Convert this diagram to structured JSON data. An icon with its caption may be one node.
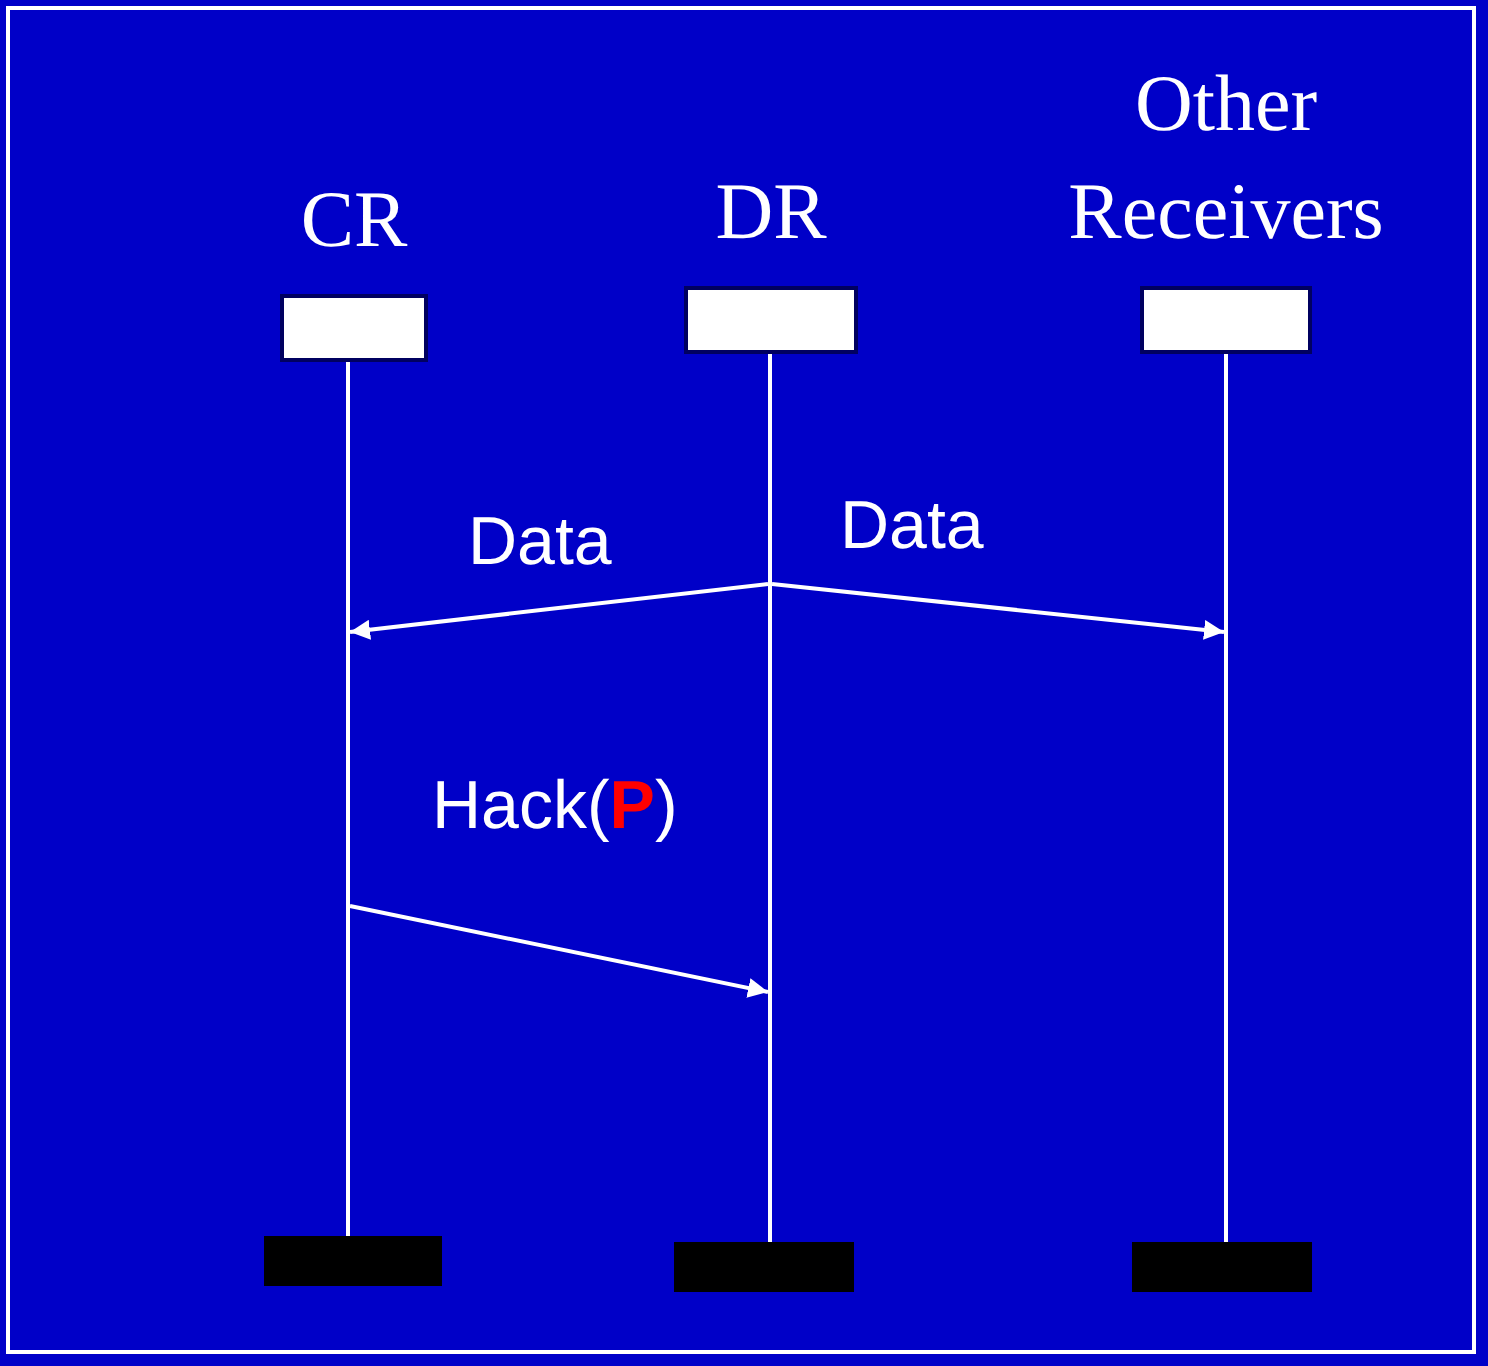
{
  "diagram": {
    "nodes": [
      {
        "text": [
          "CR"
        ]
      },
      {
        "text": [
          "DR"
        ]
      },
      {
        "text": [
          "Other Receivers"
        ]
      },
      {
        "text": [],
        "shape": "line"
      },
      {
        "text": [],
        "shape": "line"
      },
      {
        "text": [],
        "shape": "line"
      },
      {
        "text": [],
        "shape": "bar"
      },
      {
        "text": [],
        "shape": "bar"
      },
      {
        "text": [],
        "shape": "bar"
      }
    ],
    "edges": [
      {
        "from": 4,
        "to": 3,
        "label": "Data",
        "arrow": "to"
      },
      {
        "from": 4,
        "to": 5,
        "label": "Data",
        "arrow": "to"
      },
      {
        "from": 3,
        "to": 4,
        "label": "Hack(**P**)",
        "arrow": "to"
      }
    ]
  }
}
